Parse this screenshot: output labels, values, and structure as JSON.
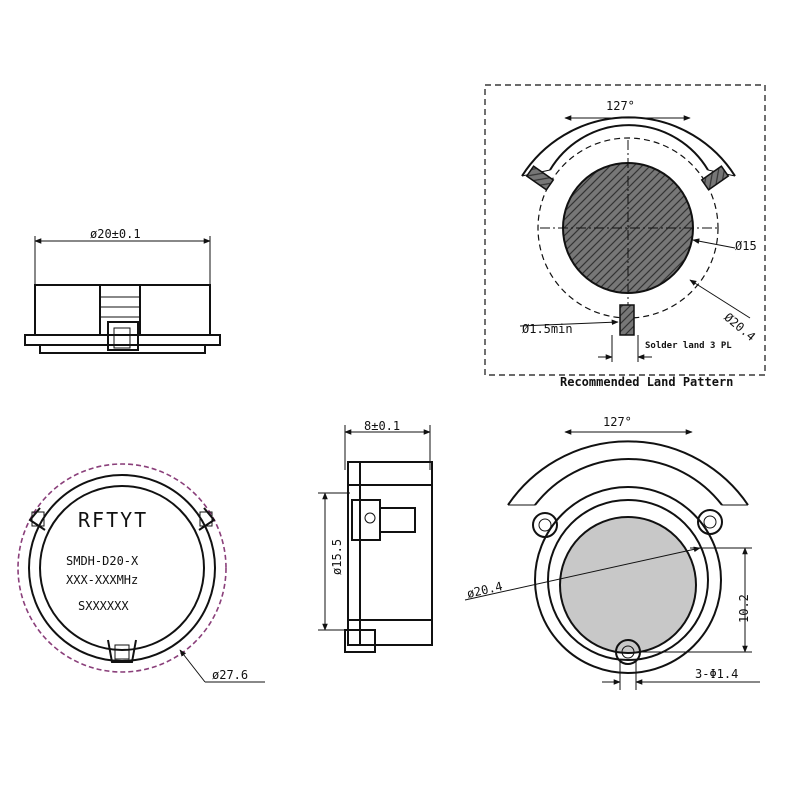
{
  "side_view": {
    "width_dim": "ø20±0.1"
  },
  "land_pattern": {
    "angle_dim": "127°",
    "inner_dia_dim": "Ø15",
    "outer_dia_dim": "Ø20.4",
    "min_dim": "Ø1.5min",
    "note": "Solder land 3 PL",
    "caption": "Recommended Land Pattern"
  },
  "top_view": {
    "brand": "RFTYT",
    "model": "SMDH-D20-X",
    "freq": "XXX-XXXMHz",
    "code": "SXXXXXX",
    "outer_dim": "ø27.6"
  },
  "section_view": {
    "width_dim": "8±0.1",
    "height_dim": "ø15.5"
  },
  "bottom_view": {
    "angle_dim": "127°",
    "dia_dim": "ø20.4",
    "offset_dim": "10.2",
    "hole_dim": "3-Φ1.4"
  }
}
